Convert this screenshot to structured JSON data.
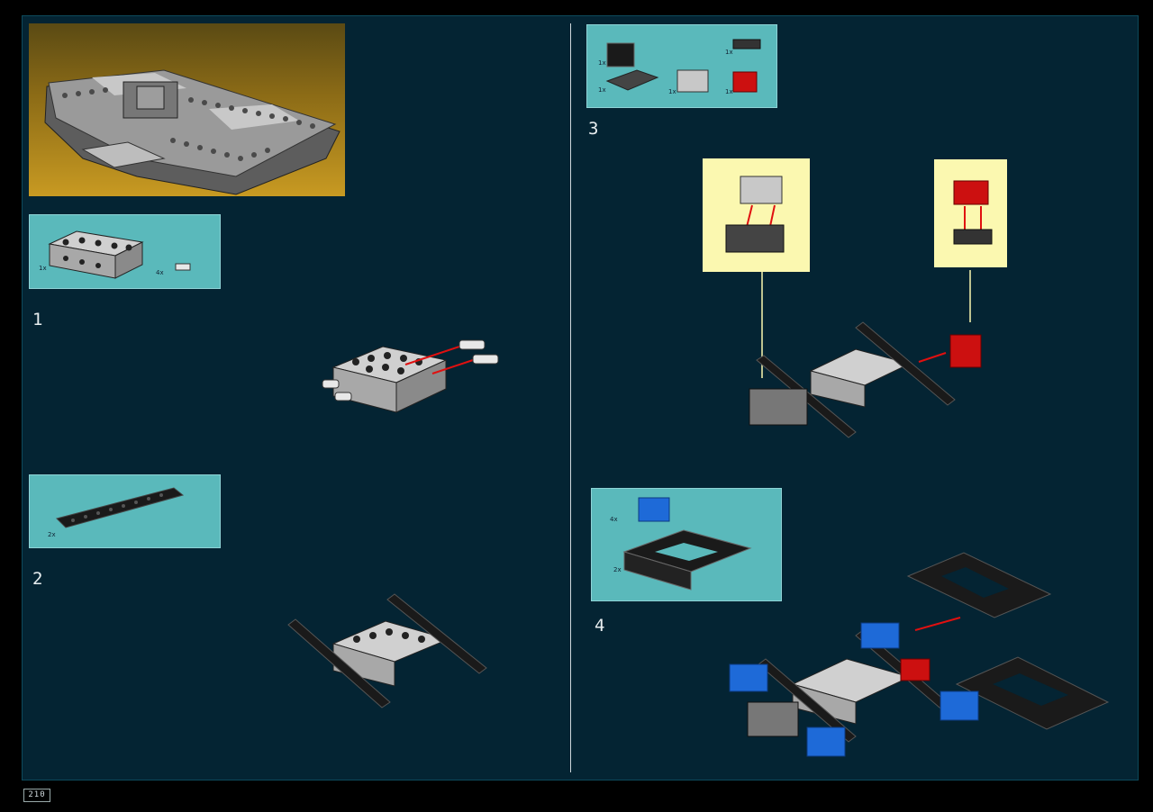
{
  "page_number": "210",
  "steps": [
    {
      "number": "1",
      "parts": [
        {
          "qty": "1x"
        },
        {
          "qty": "4x"
        }
      ]
    },
    {
      "number": "2",
      "parts": [
        {
          "qty": "2x"
        }
      ]
    },
    {
      "number": "3",
      "parts": [
        {
          "qty": "1x"
        },
        {
          "qty": "1x"
        },
        {
          "qty": "1x"
        },
        {
          "qty": "1x"
        },
        {
          "qty": "1x"
        }
      ]
    },
    {
      "number": "4",
      "parts": [
        {
          "qty": "4x"
        },
        {
          "qty": "2x"
        }
      ]
    }
  ],
  "colors": {
    "background": "#042433",
    "parts_box": "#5ab9bb",
    "callout": "#fbf8b0",
    "arrow": "#e01010"
  }
}
